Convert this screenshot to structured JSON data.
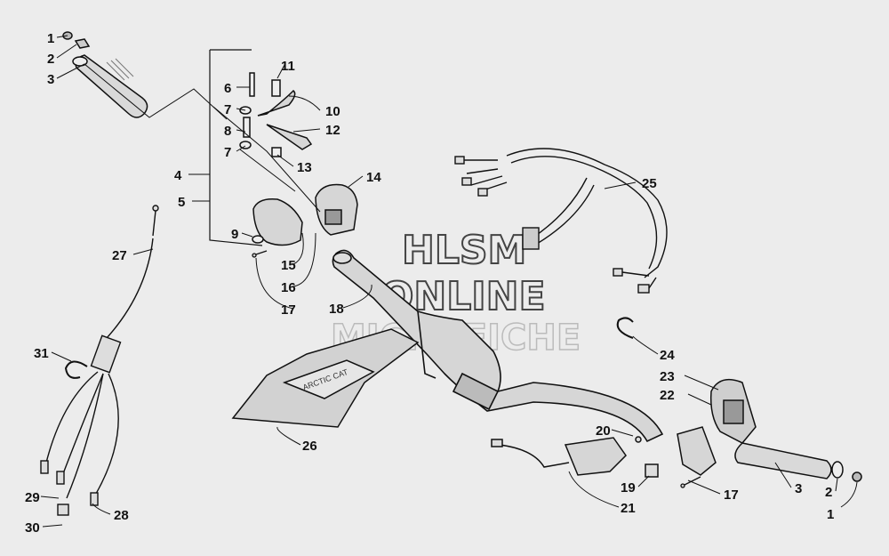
{
  "watermark": {
    "line1": "HLSM",
    "line2": "ONLINE",
    "line3": "MICROFICHE"
  },
  "callouts": [
    "1",
    "2",
    "3",
    "6",
    "11",
    "7",
    "10",
    "8",
    "12",
    "7",
    "13",
    "4",
    "14",
    "5",
    "25",
    "9",
    "15",
    "16",
    "17",
    "18",
    "27",
    "24",
    "31",
    "23",
    "22",
    "26",
    "20",
    "17",
    "19",
    "3",
    "2",
    "21",
    "1",
    "29",
    "28",
    "30"
  ],
  "decal_text": "ARCTIC CAT",
  "colors": {
    "background": "#ececec",
    "ink": "#111111",
    "part_fill": "#d6d6d6"
  }
}
